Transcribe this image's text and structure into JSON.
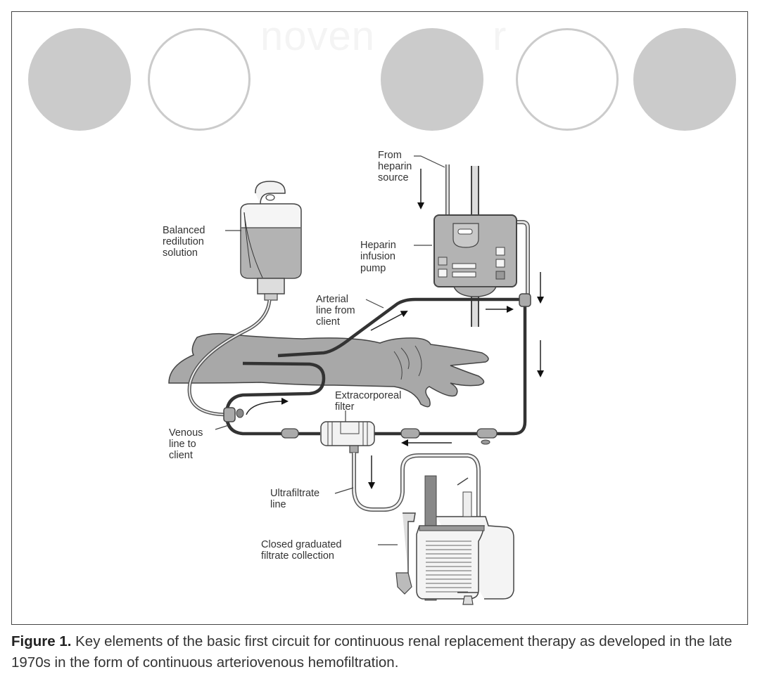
{
  "watermark": {
    "left_text": "noven",
    "right_text": "r"
  },
  "decorative_circles": [
    {
      "style": "filled"
    },
    {
      "style": "outline"
    },
    {
      "style": "filled"
    },
    {
      "style": "outline"
    },
    {
      "style": "filled"
    }
  ],
  "colors": {
    "circle_gray": "#cbcbcb",
    "device_gray": "#b3b3b3",
    "tubing_dark": "#333333",
    "label_text": "#333333"
  },
  "labels": {
    "heparin_source": [
      "From",
      "heparin",
      "source"
    ],
    "balanced_solution": [
      "Balanced",
      "redilution",
      "solution"
    ],
    "heparin_pump": [
      "Heparin",
      "infusion",
      "pump"
    ],
    "arterial_line": [
      "Arterial",
      "line from",
      "client"
    ],
    "extracorporeal_filter": [
      "Extracorporeal",
      "filter"
    ],
    "venous_line": [
      "Venous",
      "line to",
      "client"
    ],
    "ultrafiltrate_line": [
      "Ultrafiltrate",
      "line"
    ],
    "filtrate_collection": [
      "Closed graduated",
      "filtrate collection"
    ]
  },
  "caption": {
    "label": "Figure 1.",
    "text": " Key elements of the basic first circuit for continuous renal replacement therapy as developed in the late 1970s in the form of continuous arteriovenous hemofiltration."
  }
}
